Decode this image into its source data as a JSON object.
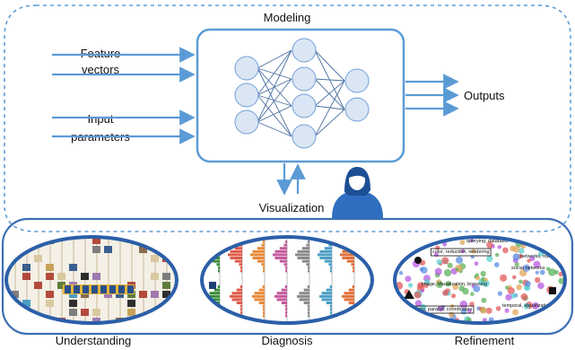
{
  "diagram": {
    "title": "Modeling",
    "inputs": {
      "feature_line1": "Feature",
      "feature_line2": "vectors",
      "params_line1": "Input",
      "params_line2": "parameters"
    },
    "outputs_label": "Outputs",
    "visualization_label": "Visualization",
    "panels": [
      {
        "label": "Understanding"
      },
      {
        "label": "Diagnosis"
      },
      {
        "label": "Refinement"
      }
    ],
    "refinement_snippets": [
      "querying, database",
      "networks, traffic",
      "social networks",
      "color, reduction, rendering",
      "image, visualization, browsing",
      "clusters, parallel, coordinates",
      "temporal, visualization"
    ]
  },
  "colors": {
    "accent": "#5b9bd5",
    "node_fill": "#dbe6f4",
    "node_stroke": "#6f9fd8",
    "panel_border": "#3d6fb5",
    "user_icon": "#2f6ec0"
  }
}
